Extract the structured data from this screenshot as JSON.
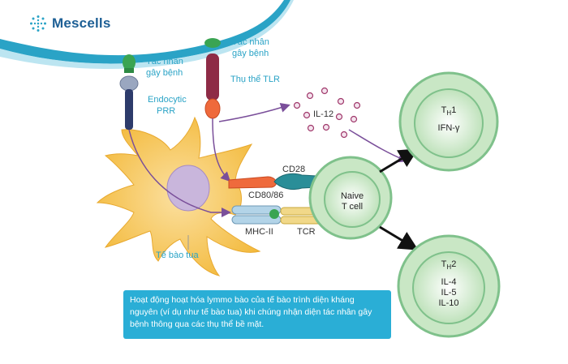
{
  "brand": {
    "name": "Mescells",
    "logo_icon": "dotted-cell-logo-icon",
    "color": "#1d5f95"
  },
  "labels": {
    "pathogen_left": [
      "Tác nhân",
      "gây bệnh"
    ],
    "pathogen_right": [
      "Tác nhân",
      "gây bệnh"
    ],
    "endocytic": [
      "Endocytic",
      "PRR"
    ],
    "tlr": "Thụ thể TLR",
    "dendritic": "Tế bào tua"
  },
  "diagram": {
    "il12": "IL-12",
    "cd28": "CD28",
    "cd80": "CD80/86",
    "mhc": "MHC-II",
    "tcr": "TCR",
    "naive": [
      "Naive",
      "T cell"
    ],
    "th1": {
      "main": "T",
      "sub": "H",
      "sup": "1",
      "cytokines": [
        "IFN-γ"
      ]
    },
    "th2": {
      "main": "T",
      "sub": "H",
      "sup": "2",
      "cytokines": [
        "IL-4",
        "IL-5",
        "IL-10"
      ]
    }
  },
  "caption": "Hoạt động hoạt hóa lymmo bào của tế bào trình diện kháng nguyên (ví dụ như tế bào tua) khi chúng nhận diện tác nhân gây bệnh thông qua các thụ thể bề mặt.",
  "colors": {
    "accent": "#2aa3c6",
    "caption_bg": "#2aaed6",
    "dendritic_cell": "#f7c85a",
    "t_cell_fill": "#c9e7c5",
    "t_cell_ring": "#7fc18b",
    "arrow_purple": "#7a4f9a"
  }
}
